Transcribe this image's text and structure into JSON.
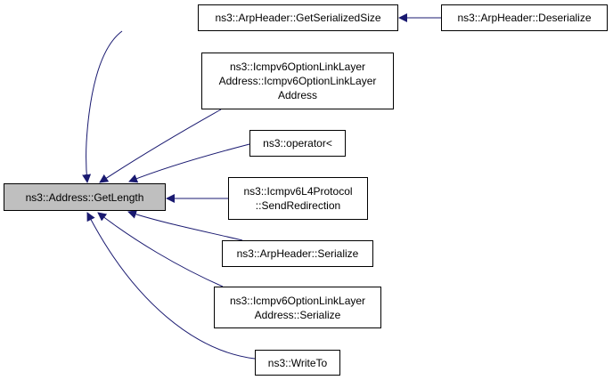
{
  "graph": {
    "type": "caller-graph",
    "edge_color": "#191970",
    "root": {
      "id": "root",
      "label": "ns3::Address::GetLength",
      "fill": "#bfbfbf"
    },
    "nodes": [
      {
        "id": "getserializedsize",
        "label": "ns3::ArpHeader::GetSerializedSize"
      },
      {
        "id": "deserialize",
        "label": "ns3::ArpHeader::Deserialize"
      },
      {
        "id": "icmpv6-ctor",
        "label": "ns3::Icmpv6OptionLinkLayer\nAddress::Icmpv6OptionLinkLayer\nAddress"
      },
      {
        "id": "operator-lt",
        "label": "ns3::operator<"
      },
      {
        "id": "sendredirection",
        "label": "ns3::Icmpv6L4Protocol\n::SendRedirection"
      },
      {
        "id": "arp-serialize",
        "label": "ns3::ArpHeader::Serialize"
      },
      {
        "id": "icmpv6-serialize",
        "label": "ns3::Icmpv6OptionLinkLayer\nAddress::Serialize"
      },
      {
        "id": "writeto",
        "label": "ns3::WriteTo"
      }
    ],
    "edges": [
      {
        "from": "getserializedsize",
        "to": "root"
      },
      {
        "from": "deserialize",
        "to": "getserializedsize"
      },
      {
        "from": "icmpv6-ctor",
        "to": "root"
      },
      {
        "from": "operator-lt",
        "to": "root"
      },
      {
        "from": "sendredirection",
        "to": "root"
      },
      {
        "from": "arp-serialize",
        "to": "root"
      },
      {
        "from": "icmpv6-serialize",
        "to": "root"
      },
      {
        "from": "writeto",
        "to": "root"
      }
    ]
  }
}
